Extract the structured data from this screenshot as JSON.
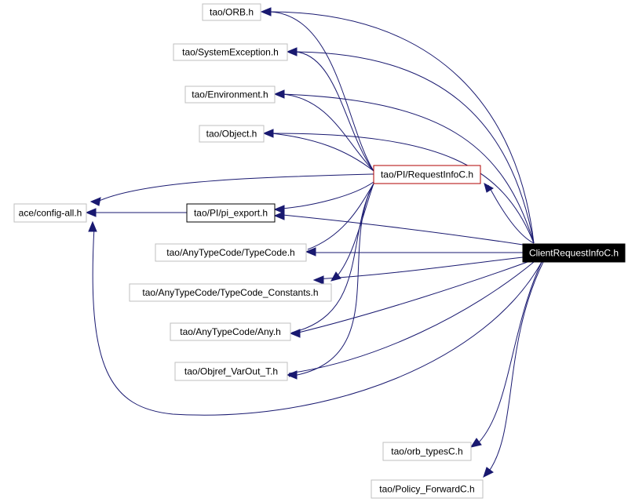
{
  "nodes": {
    "orb": "tao/ORB.h",
    "system_exception": "tao/SystemException.h",
    "environment": "tao/Environment.h",
    "object": "tao/Object.h",
    "request_info": "tao/PI/RequestInfoC.h",
    "config_all": "ace/config-all.h",
    "pi_export": "tao/PI/pi_export.h",
    "typecode": "tao/AnyTypeCode/TypeCode.h",
    "typecode_constants": "tao/AnyTypeCode/TypeCode_Constants.h",
    "any": "tao/AnyTypeCode/Any.h",
    "objref_varout": "tao/Objref_VarOut_T.h",
    "client_request_info": "ClientRequestInfoC.h",
    "orb_types": "tao/orb_typesC.h",
    "policy_forward": "tao/Policy_ForwardC.h"
  },
  "colors": {
    "edge": "#191970",
    "node_border": "#bfbfbf",
    "linked_border": "#000000",
    "highlight_border": "#b00000",
    "root_fill": "#000000",
    "root_text": "#ffffff"
  }
}
